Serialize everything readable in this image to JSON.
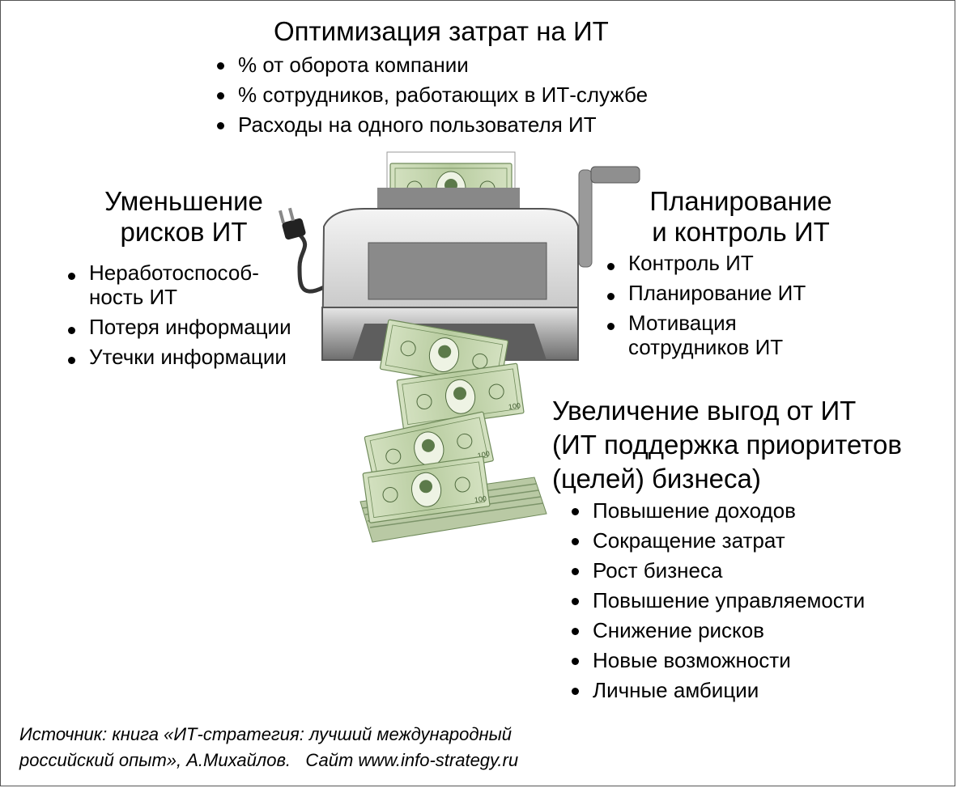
{
  "optimization": {
    "title": "Оптимизация затрат на ИТ",
    "items": [
      "% от оборота компании",
      "% сотрудников, работающих в ИТ-службе",
      "Расходы на одного пользователя ИТ"
    ]
  },
  "risk": {
    "title_line1": "Уменьшение",
    "title_line2": "рисков ИТ",
    "items": [
      {
        "line1": "Неработоспособ-",
        "line2": "ность ИТ"
      },
      {
        "line1": "Потеря информации"
      },
      {
        "line1": "Утечки информации"
      }
    ]
  },
  "planning": {
    "title_line1": "Планирование",
    "title_line2": "и контроль ИТ",
    "items": [
      {
        "line1": "Контроль ИТ"
      },
      {
        "line1": "Планирование ИТ"
      },
      {
        "line1": "Мотивация",
        "line2": "сотрудников ИТ"
      }
    ]
  },
  "benefit": {
    "title_line1": "Увеличение выгод от ИТ",
    "title_line2": "(ИТ поддержка приоритетов",
    "title_line3": "(целей) бизнеса)",
    "items": [
      "Повышение доходов",
      "Сокращение затрат",
      "Рост бизнеса",
      "Повышение управляемости",
      "Снижение рисков",
      "Новые возможности",
      "Личные амбиции"
    ]
  },
  "source": {
    "line1": "Источник: книга «ИТ-стратегия: лучший международный",
    "line2": "российский опыт», А.Михайлов.   Сайт www.info-strategy.ru"
  },
  "illustration": {
    "banknote_denomination": "100",
    "money_color": "#c8d8b4",
    "printer_color": "#8c8c8c"
  }
}
